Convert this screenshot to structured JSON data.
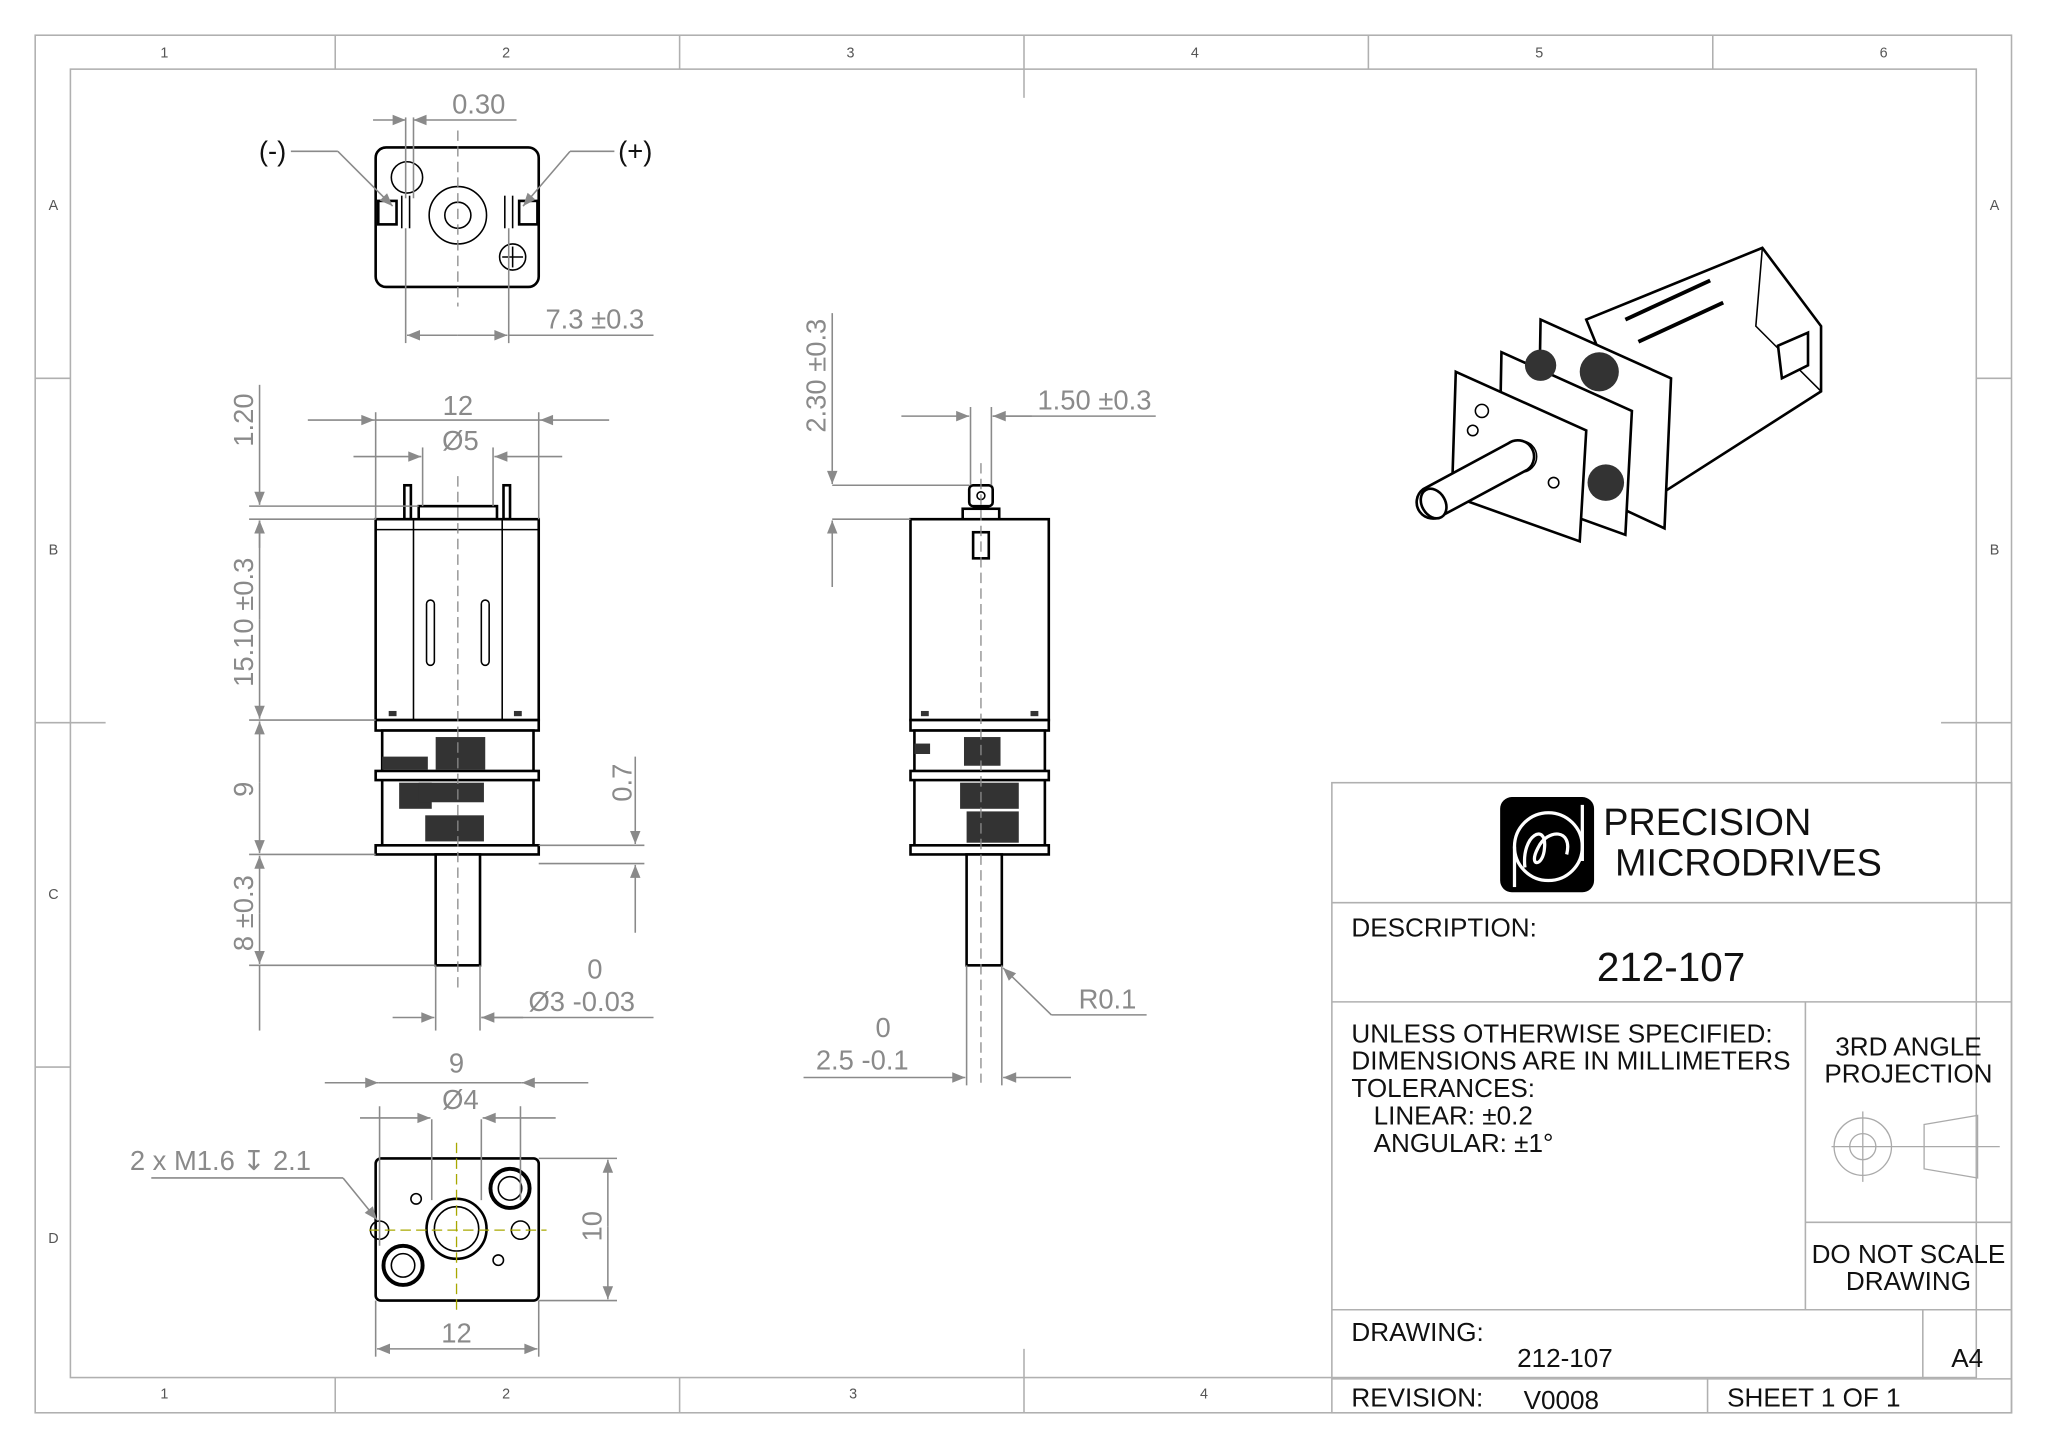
{
  "zones": {
    "columns": [
      "1",
      "2",
      "3",
      "4",
      "5",
      "6"
    ],
    "rows": [
      "A",
      "B",
      "C",
      "D"
    ]
  },
  "top_view": {
    "dim_pin_offset": "0.30",
    "terminal_negative": "(-)",
    "terminal_positive": "(+)",
    "dim_terminal_spacing": "7.3 ±0.3"
  },
  "front_view": {
    "dim_width": "12",
    "dim_boss_dia": "Ø5",
    "dim_terminal_height": "1.20",
    "dim_motor_length": "15.10 ±0.3",
    "dim_gearbox_length": "9",
    "dim_shaft_length": "8 ±0.3",
    "dim_flange_thickness": "0.7",
    "dim_shaft_tol_upper": "0",
    "dim_shaft_dia": "Ø3 -0.03"
  },
  "side_view": {
    "dim_terminal_height": "2.30 ±0.3",
    "dim_terminal_width": "1.50 ±0.3",
    "dim_flat_tol_upper": "0",
    "dim_flat": "2.5 -0.1",
    "dim_radius": "R0.1"
  },
  "bottom_view": {
    "dim_hole_spacing": "9",
    "dim_boss_dia": "Ø4",
    "dim_thread_callout": "2 x M1.6 ↧ 2.1",
    "dim_height": "10",
    "dim_width": "12"
  },
  "title_block": {
    "company_line1": "PRECISION",
    "company_line2": "MICRODRIVES",
    "logo_text": "pm",
    "description_label": "DESCRIPTION:",
    "description_value": "212-107",
    "notes": [
      "UNLESS OTHERWISE SPECIFIED:",
      "DIMENSIONS ARE IN MILLIMETERS",
      "TOLERANCES:",
      "LINEAR: ±0.2",
      "ANGULAR: ±1°"
    ],
    "projection_line1": "3RD ANGLE",
    "projection_line2": "PROJECTION",
    "scale_note_line1": "DO NOT SCALE",
    "scale_note_line2": "DRAWING",
    "drawing_label": "DRAWING:",
    "drawing_value": "212-107",
    "sheet_size": "A4",
    "revision_label": "REVISION:",
    "revision_value": "V0008",
    "sheet": "SHEET 1 OF 1"
  }
}
